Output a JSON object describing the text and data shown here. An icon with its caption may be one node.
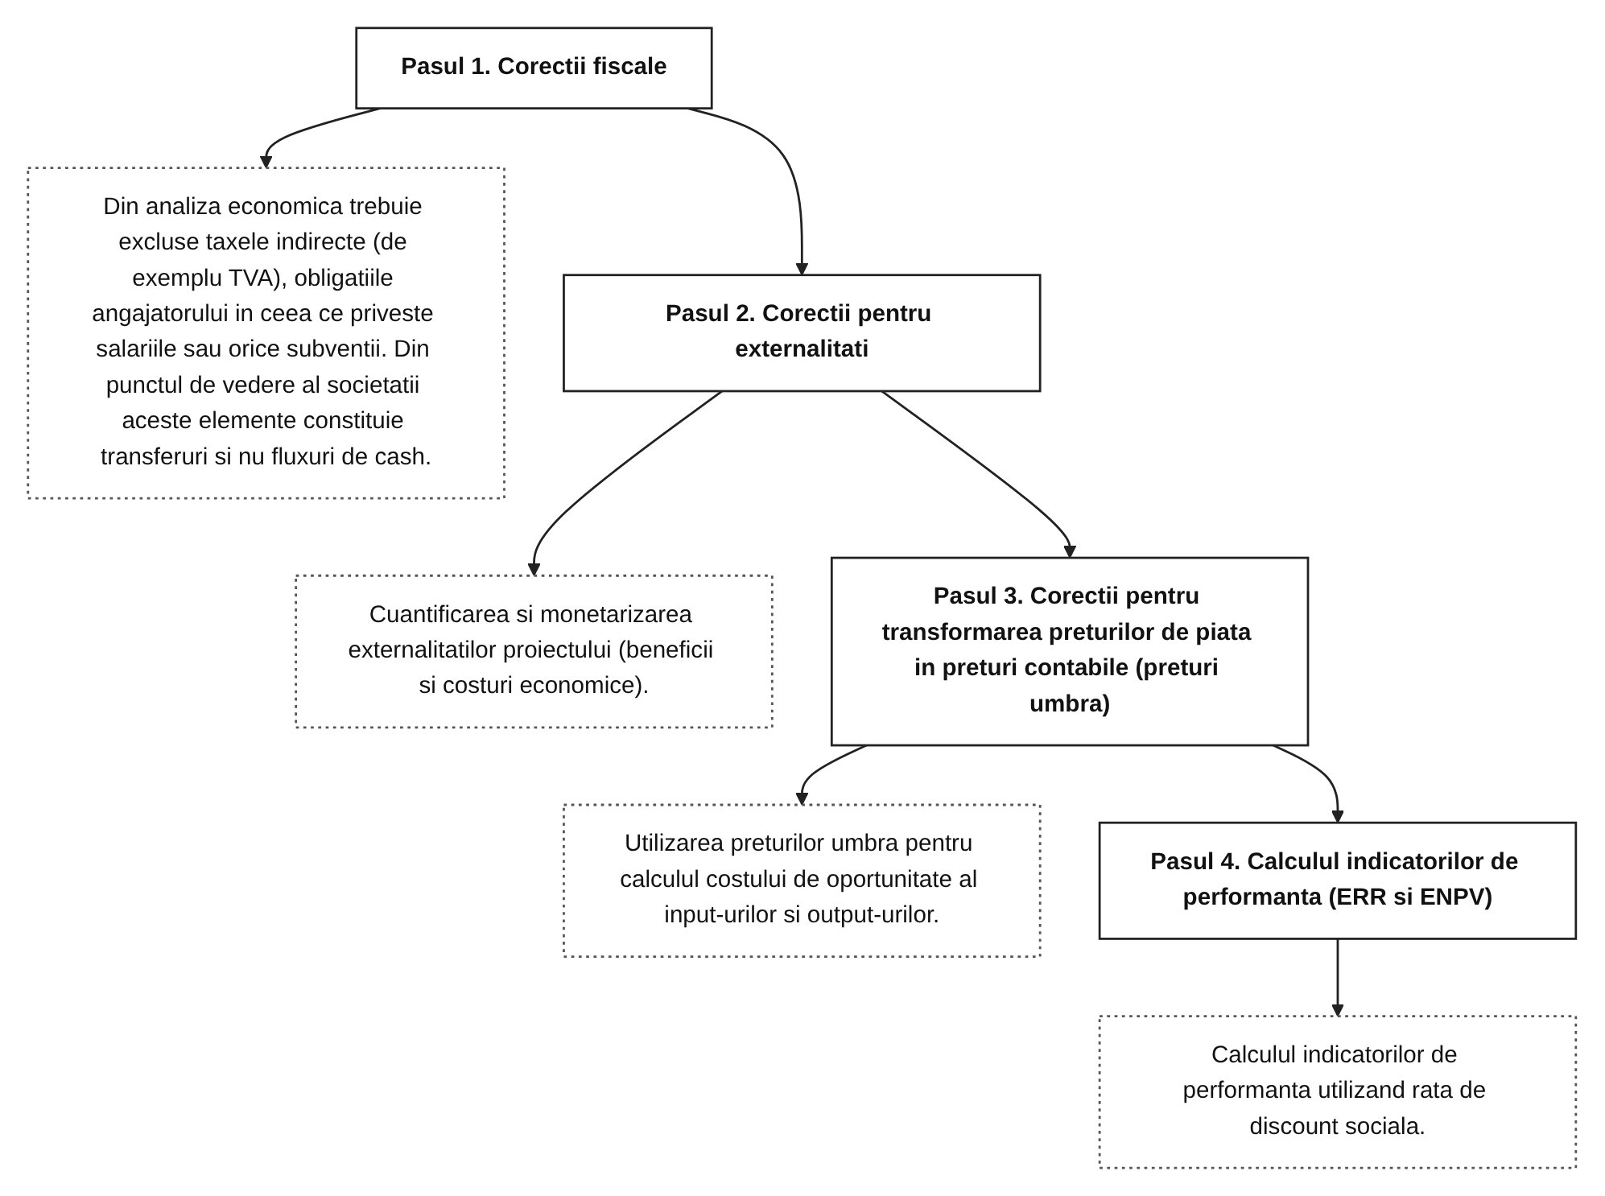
{
  "diagram": {
    "nodes": [
      {
        "text": [
          "Pasul 1. Corectii fiscale"
        ]
      },
      {
        "text": [
          "Din analiza economica trebuie excluse taxele indirecte (de exemplu TVA), obligatiile angajatorului in ceea ce priveste salariile sau orice subventii. Din punctul de vedere al societatii aceste elemente constituie transferuri si nu fluxuri de cash."
        ]
      },
      {
        "text": [
          "Pasul 2. Corectii pentru externalitati"
        ]
      },
      {
        "text": [
          "Cuantificarea si monetarizarea externalitatilor proiectului (beneficii si costuri economice)."
        ]
      },
      {
        "text": [
          "Pasul 3. Corectii pentru transformarea preturilor de piata in preturi contabile (preturi umbra)"
        ]
      },
      {
        "text": [
          "Utilizarea preturilor umbra pentru calculul costului de oportunitate al input-urilor si output-urilor."
        ]
      },
      {
        "text": [
          "Pasul 4. Calculul indicatorilor de performanta (ERR si ENPV)"
        ]
      },
      {
        "text": [
          "Calculul indicatorilor de performanta utilizand rata de discount sociala."
        ]
      }
    ],
    "edges": [
      {
        "from": 0,
        "to": 1,
        "arrow": "to"
      },
      {
        "from": 0,
        "to": 2,
        "arrow": "to"
      },
      {
        "from": 2,
        "to": 3,
        "arrow": "to"
      },
      {
        "from": 2,
        "to": 4,
        "arrow": "to"
      },
      {
        "from": 4,
        "to": 5,
        "arrow": "to"
      },
      {
        "from": 4,
        "to": 6,
        "arrow": "to"
      },
      {
        "from": 6,
        "to": 7,
        "arrow": "to"
      }
    ]
  }
}
